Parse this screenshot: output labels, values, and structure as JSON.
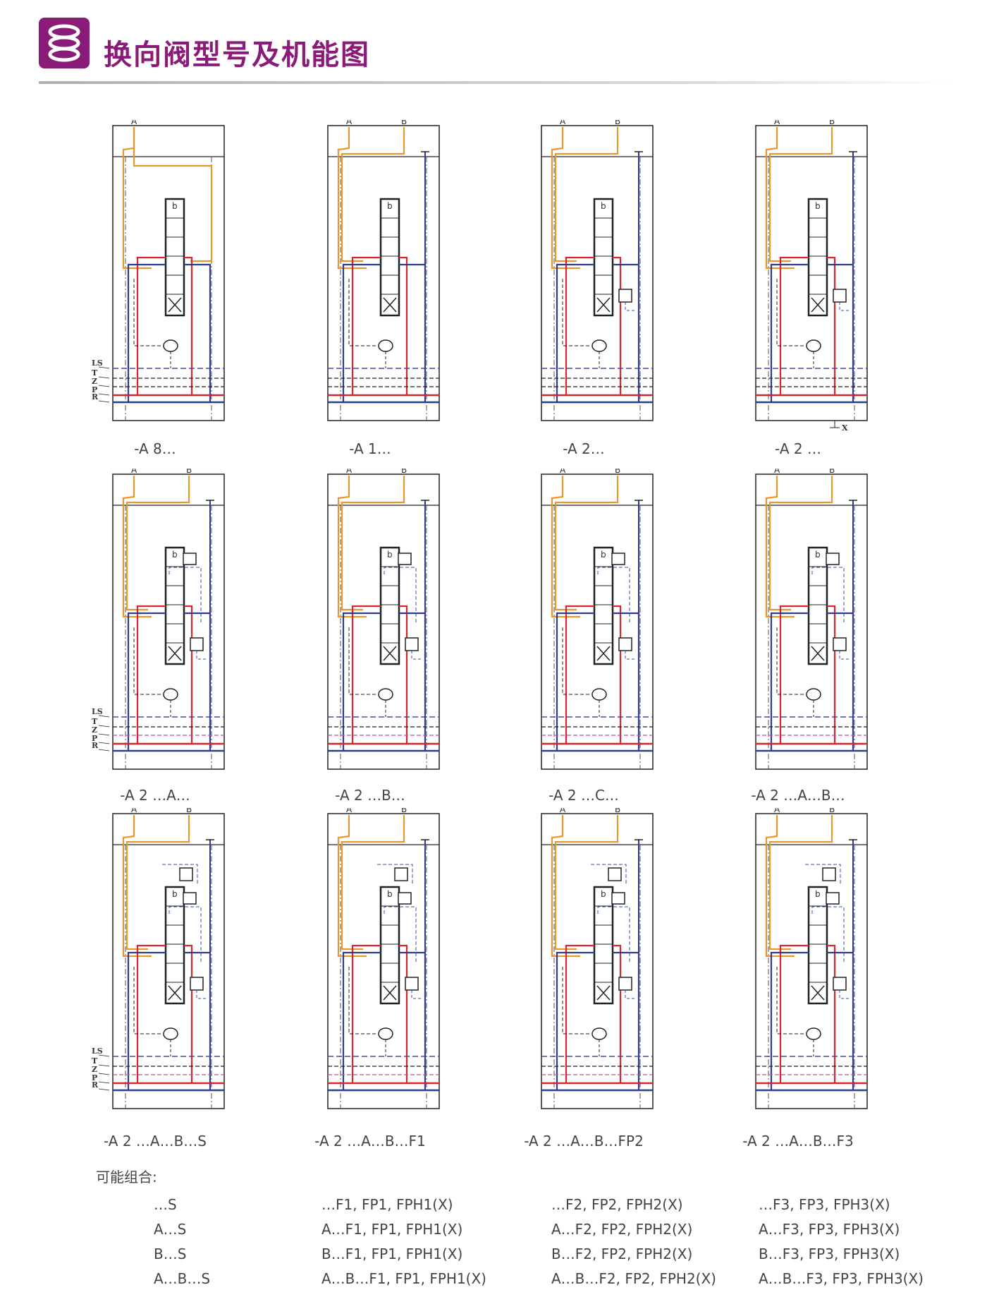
{
  "header": {
    "title": "换向阀型号及机能图",
    "logo_icon": "triple-ring-icon",
    "accent_color": "#8b1b78"
  },
  "colors": {
    "pressure": "#d7262e",
    "return": "#2b3d8f",
    "work": "#e8962f",
    "pilot": "#3a4ea8",
    "z_line": "#b05aa0",
    "frame": "#222222"
  },
  "side_labels": [
    "LS",
    "T",
    "Z",
    "P",
    "R"
  ],
  "panels": [
    {
      "caption": "-A 8…",
      "ports": [
        "A"
      ],
      "sideLabels": true,
      "extraX": false
    },
    {
      "caption": "-A 1…",
      "ports": [
        "A",
        "B"
      ],
      "sideLabels": false,
      "extraX": false
    },
    {
      "caption": "-A 2…",
      "ports": [
        "A",
        "B"
      ],
      "sideLabels": false,
      "extraX": false
    },
    {
      "caption": "-A 2 …",
      "ports": [
        "A",
        "B"
      ],
      "sideLabels": false,
      "extraX": true,
      "xLabel": "X"
    },
    {
      "caption": "-A 2 …A…",
      "ports": [
        "A",
        "B"
      ],
      "sideLabels": true,
      "extraX": false
    },
    {
      "caption": "-A 2 …B…",
      "ports": [
        "A",
        "B"
      ],
      "sideLabels": false,
      "extraX": false
    },
    {
      "caption": "-A 2 …C…",
      "ports": [
        "A",
        "B"
      ],
      "sideLabels": false,
      "extraX": false
    },
    {
      "caption": "-A 2 …A…B…",
      "ports": [
        "A",
        "B"
      ],
      "sideLabels": false,
      "extraX": false
    },
    {
      "caption": "-A 2 …A…B…S",
      "ports": [
        "A",
        "B"
      ],
      "sideLabels": true,
      "extraX": false
    },
    {
      "caption": "-A 2 …A…B…F1",
      "ports": [
        "A",
        "B"
      ],
      "sideLabels": false,
      "extraX": false
    },
    {
      "caption": "-A 2 …A…B…FP2",
      "ports": [
        "A",
        "B"
      ],
      "sideLabels": false,
      "extraX": false
    },
    {
      "caption": "-A 2 …A…B…F3",
      "ports": [
        "A",
        "B"
      ],
      "sideLabels": false,
      "extraX": false
    }
  ],
  "combinations": {
    "title": "可能组合:",
    "columns": [
      [
        "…S",
        "A…S",
        "B…S",
        "A…B…S"
      ],
      [
        "…F1, FP1, FPH1(X)",
        "A…F1, FP1, FPH1(X)",
        "B…F1, FP1, FPH1(X)",
        "A…B…F1, FP1, FPH1(X)"
      ],
      [
        "…F2, FP2, FPH2(X)",
        "A…F2, FP2, FPH2(X)",
        "B…F2, FP2, FPH2(X)",
        "A…B…F2, FP2, FPH2(X)"
      ],
      [
        "…F3, FP3, FPH3(X)",
        "A…F3, FP3, FPH3(X)",
        "B…F3, FP3, FPH3(X)",
        "A…B…F3, FP3, FPH3(X)"
      ]
    ]
  }
}
